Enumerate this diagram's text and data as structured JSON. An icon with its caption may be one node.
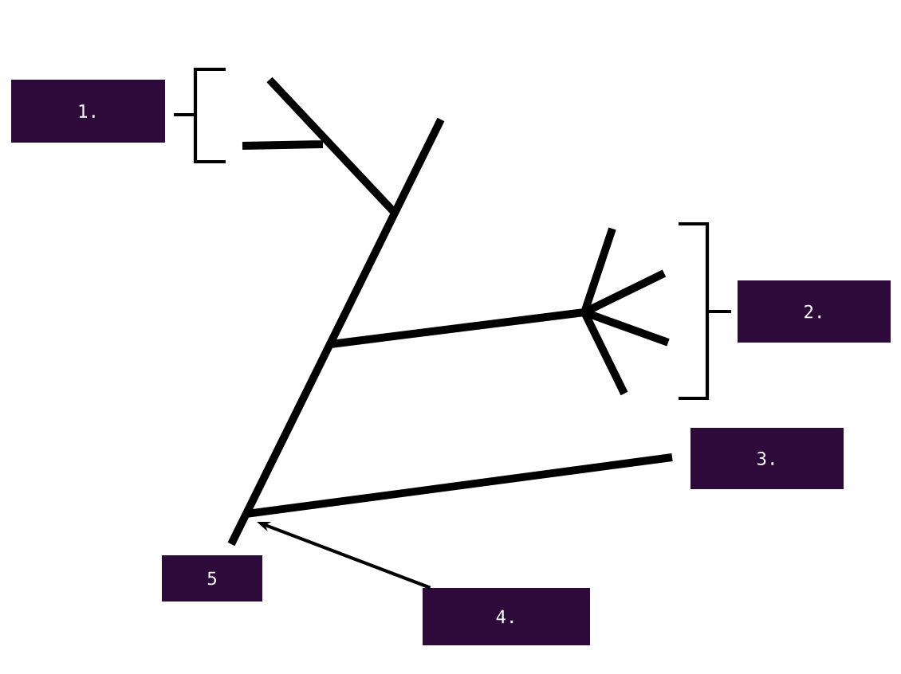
{
  "diagram": {
    "nodes": [
      {
        "text": [
          "1."
        ]
      },
      {
        "text": [
          "2."
        ]
      },
      {
        "text": [
          "3."
        ]
      },
      {
        "text": [
          "4."
        ]
      },
      {
        "text": [
          "5"
        ]
      },
      {
        "text": [],
        "shape": "picture"
      }
    ],
    "edges": [
      {
        "from": 3,
        "to": 5,
        "arrow": "to"
      }
    ]
  }
}
